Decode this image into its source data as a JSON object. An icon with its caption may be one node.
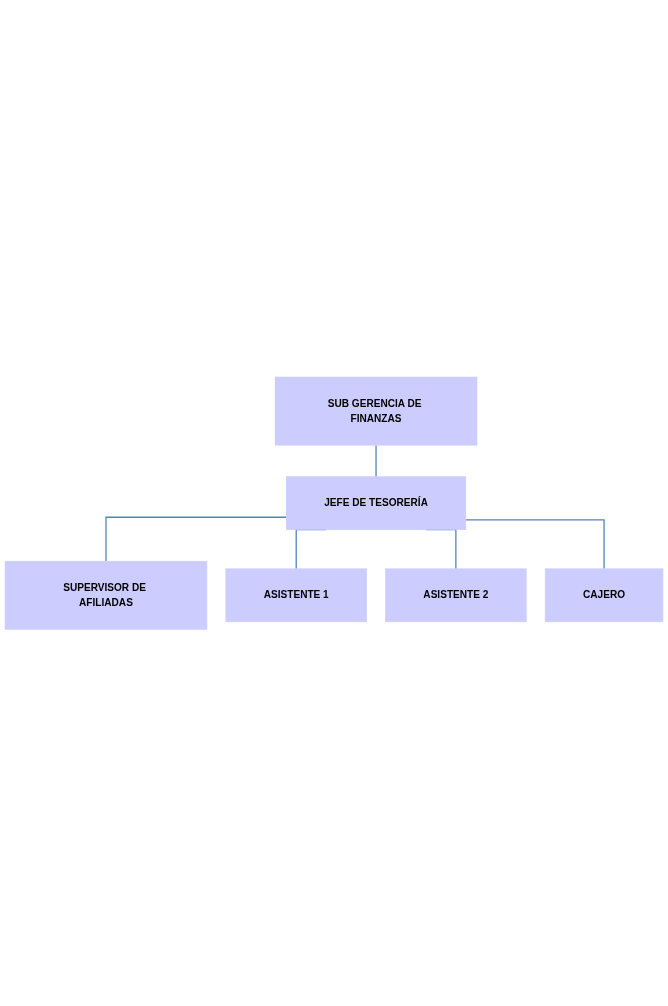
{
  "diagram": {
    "nodes": [
      {
        "text": [
          "SUB GERENCIA DE FINANZAS"
        ]
      },
      {
        "text": [
          "JEFE DE TESORERÍA"
        ]
      },
      {
        "text": [
          "SUPERVISOR DE AFILIADAS"
        ]
      },
      {
        "text": [
          "ASISTENTE 1"
        ]
      },
      {
        "text": [
          "ASISTENTE 2"
        ]
      },
      {
        "text": [
          "CAJERO"
        ]
      }
    ],
    "edges": [
      {
        "from": 0,
        "to": 1,
        "arrow": "none"
      },
      {
        "from": 1,
        "to": 2,
        "arrow": "none"
      },
      {
        "from": 1,
        "to": 3,
        "arrow": "none"
      },
      {
        "from": 1,
        "to": 4,
        "arrow": "none"
      },
      {
        "from": 1,
        "to": 5,
        "arrow": "none"
      }
    ]
  }
}
